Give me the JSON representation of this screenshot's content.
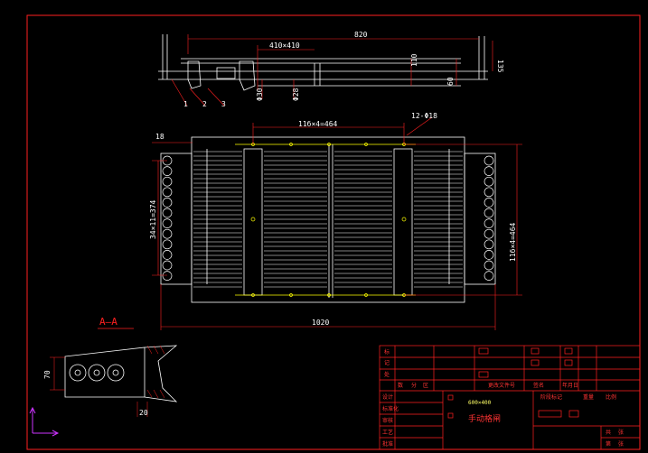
{
  "drawing": {
    "colors": {
      "background": "#000000",
      "border": "#ff2020",
      "outline": "#ffffff",
      "dimension": "#ff2020",
      "center": "#ffff00",
      "axis": "#cc33ff"
    },
    "top_view": {
      "dims": {
        "overall_length": "820",
        "pitch": "410×410",
        "height_right": "135",
        "height_inner": "110",
        "offset_right": "60",
        "dia_30": "Φ30",
        "dia_28": "Φ28"
      },
      "callouts": [
        "1",
        "2",
        "3"
      ]
    },
    "plan_view": {
      "dims": {
        "top_pitch": "11б×4=464",
        "holes": "12-Φ18",
        "edge": "18",
        "left_pitch": "34×11=374",
        "right_pitch": "11б×4=464",
        "bottom_length": "1020"
      }
    },
    "section": {
      "label": "A—A",
      "dims": {
        "height": "70",
        "width": "20"
      }
    },
    "title_block": {
      "size": "600×400",
      "name": "手动格闸",
      "row_labels": [
        "标",
        "记",
        "处",
        "数",
        "分",
        "区",
        "设计",
        "标准化",
        "审核",
        "工艺",
        "批准"
      ],
      "headers": [
        "更改文件号",
        "签名",
        "年月日"
      ],
      "small_labels": [
        "阶段标记",
        "重量",
        "比例",
        "共",
        "张",
        "第",
        "张"
      ]
    }
  }
}
